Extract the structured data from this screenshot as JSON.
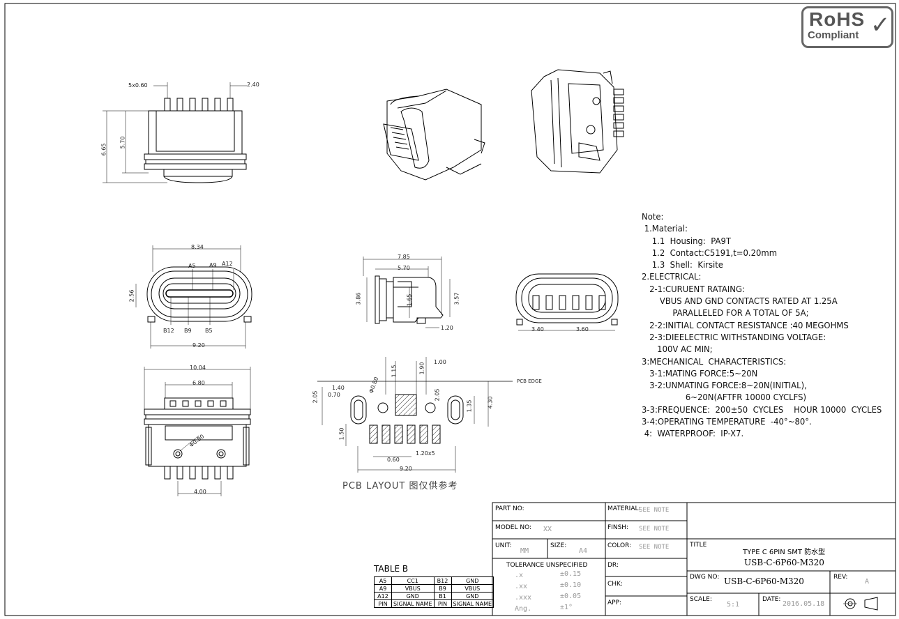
{
  "rohs": {
    "line1": "RoHS",
    "line2": "Compliant"
  },
  "notes": [
    "Note:",
    " 1.Material:",
    "    1.1  Housing:  PA9T",
    "    1.2  Contact:C5191,t=0.20mm",
    "    1.3  Shell:  Kirsite",
    "2.ELECTRICAL:",
    "   2-1:CURUENT RATAING:",
    "       VBUS AND GND CONTACTS RATED AT 1.25A",
    "            PARALLELED FOR A TOTAL OF 5A;",
    "   2-2:INITIAL CONTACT RESISTANCE :40 MEGOHMS",
    "   2-3:DIEELECTRIC WITHSTANDING VOLTAGE:",
    "      100V AC MIN;",
    "3:MECHANICAL  CHARACTERISTICS:",
    "   3-1:MATING FORCE:5~20N",
    "   3-2:UNMATING FORCE:8~20N(INITIAL),",
    "                 6~20N(AFTFR 10000 CYCLFS)",
    "3-3:FREQUENCE:  200±50  CYCLES    HOUR 10000  CYCLES",
    "3-4:OPERATING TEMPERATURE  -40°~80°.",
    " 4:  WATERPROOF:  IP-X7."
  ],
  "dims": {
    "top_pitch": "5x0.60",
    "top_span": "2.40",
    "height_total": "6.65",
    "height_body": "5.70",
    "front_width": "8.34",
    "front_height": "2.56",
    "pin_a5": "A5",
    "pin_a9": "A9",
    "pin_a12": "A12",
    "pin_b12": "B12",
    "pin_b9": "B9",
    "pin_b5": "B5",
    "front_total": "9.20",
    "side_total": "7.85",
    "side_body": "5.70",
    "side_height": "3.86",
    "side_offset": "1.65",
    "side_right": "3.57",
    "side_foot": "1.20",
    "back_left": "3.40",
    "back_right": "3.60",
    "bottom_total": "10.04",
    "bottom_inner": "6.80",
    "bottom_hole": "Φ0.80",
    "bottom_pins": "4.00",
    "pcb_edge": "PCB EDGE",
    "pcb_top1": "1.40",
    "pcb_top2": "0.70",
    "pcb_top3": "1.15",
    "pcb_top4": "1.90",
    "pcb_top5": "1.00",
    "pcb_left": "2.05",
    "pcb_hole": "Φ0.80",
    "pcb_mid": "2.05",
    "pcb_right1": "1.35",
    "pcb_right2": "4.30",
    "pcb_pad_h": "1.50",
    "pcb_pitch": "1.20x5",
    "pcb_bottom1": "0.60",
    "pcb_bottom2": "9.20"
  },
  "pcb_title": "PCB LAYOUT  图仅供参考",
  "table_b": {
    "title": "TABLE B",
    "rows": [
      [
        "A5",
        "CC1",
        "B12",
        "GND"
      ],
      [
        "A9",
        "VBUS",
        "B9",
        "VBUS"
      ],
      [
        "A12",
        "GND",
        "B1",
        "GND"
      ],
      [
        "PIN",
        "SIGNAL NAME",
        "PIN",
        "SIGNAL NAME"
      ]
    ]
  },
  "title_block": {
    "part_no": "PART NO:",
    "model_no": "MODEL NO:",
    "model_val": "XX",
    "unit": "UNIT:",
    "unit_val": "MM",
    "size": "SIZE:",
    "size_val": "A4",
    "material": "MATERIAL:",
    "material_val": "SEE NOTE",
    "finish": "FINSH:",
    "finish_val": "SEE NOTE",
    "color": "COLOR:",
    "color_val": "SEE NOTE",
    "tolerance": "TOLERANCE  UNSPECIFIED",
    "tol_rows": [
      [
        ".x",
        "±0.15"
      ],
      [
        ".xx",
        "±0.10"
      ],
      [
        ".xxx",
        "±0.05"
      ],
      [
        "Ang.",
        "±1°"
      ]
    ],
    "dr": "DR:",
    "chk": "CHK:",
    "app": "APP:",
    "title": "TITLE",
    "title_line1": "TYPE C  6PIN SMT  防水型",
    "title_line2": "USB-C-6P60-M320",
    "dwg_no": "DWG NO:",
    "dwg_val": "USB-C-6P60-M320",
    "rev": "REV:",
    "rev_val": "A",
    "scale": "SCALE:",
    "scale_val": "5:1",
    "date": "DATE:",
    "date_val": "2016.05.18"
  }
}
